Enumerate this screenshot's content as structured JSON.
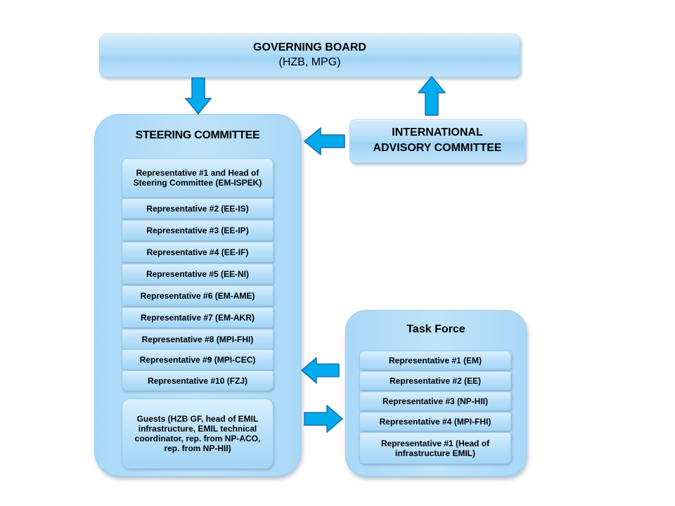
{
  "governing_board": {
    "title": "GOVERNING BOARD",
    "subtitle": "(HZB, MPG)"
  },
  "steering_committee": {
    "title": "STEERING COMMITTEE",
    "members": [
      "Representative #1 and Head of Steering Committee (EM-ISPEK)",
      "Representative #2 (EE-IS)",
      "Representative #3 (EE-IP)",
      "Representative #4 (EE-IF)",
      "Representative #5 (EE-NI)",
      "Representative #6 (EM-AME)",
      "Representative #7 (EM-AKR)",
      "Representative #8 (MPI-FHI)",
      "Representative #9 (MPI-CEC)",
      "Representative #10 (FZJ)"
    ],
    "guests": "Guests (HZB GF, head of EMIL infrastructure, EMIL technical coordinator, rep. from NP-ACO, rep. from NP-HII)"
  },
  "advisory_committee": {
    "line1": "INTERNATIONAL",
    "line2": "ADVISORY COMMITTEE"
  },
  "task_force": {
    "title": "Task Force",
    "members": [
      "Representative #1 (EM)",
      "Representative #2 (EE)",
      "Representative #3 (NP-HII)",
      "Representative #4 (MPI-FHI)",
      "Representative #1 (Head of infrastructure EMIL)"
    ]
  },
  "colors": {
    "arrow_fill": "#00aaee",
    "arrow_stroke": "#1a6fae",
    "box_light": "#d4ecfc",
    "box_mid": "#9fd3f6"
  }
}
